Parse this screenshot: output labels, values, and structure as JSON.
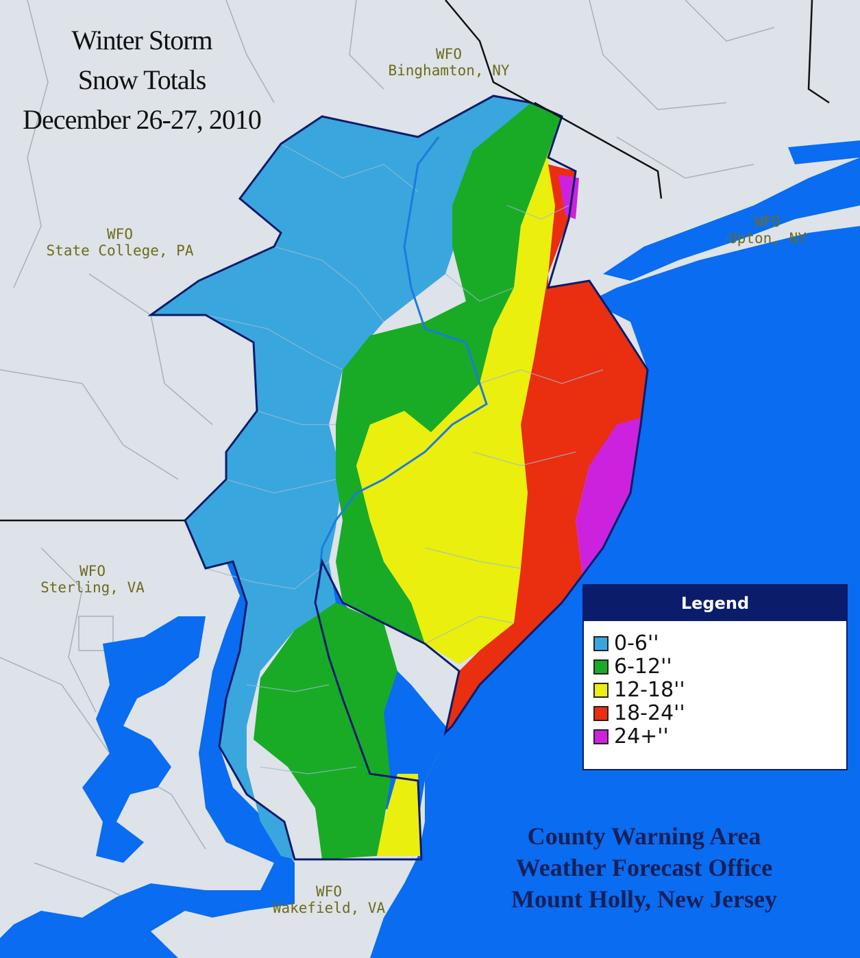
{
  "title": {
    "line1": "Winter Storm",
    "line2": "Snow Totals",
    "line3": "December 26-27, 2010"
  },
  "offices": {
    "binghamton": {
      "line1": "WFO",
      "line2": "Binghamton, NY"
    },
    "state_college": {
      "line1": "WFO",
      "line2": "State College, PA"
    },
    "upton": {
      "line1": "WFO",
      "line2": "Upton, NY"
    },
    "sterling": {
      "line1": "WFO",
      "line2": "Sterling, VA"
    },
    "wakefield": {
      "line1": "WFO",
      "line2": "Wakefield, VA"
    }
  },
  "legend": {
    "title": "Legend",
    "items": [
      {
        "label": "0-6''",
        "color": "#3aa6de"
      },
      {
        "label": "6-12''",
        "color": "#19ab26"
      },
      {
        "label": "12-18''",
        "color": "#eaef0d"
      },
      {
        "label": "18-24''",
        "color": "#ea2e10"
      },
      {
        "label": "24+''",
        "color": "#cc22de"
      }
    ]
  },
  "footer": {
    "line1": "County Warning Area",
    "line2": "Weather Forecast Office",
    "line3": "Mount Holly, New Jersey"
  },
  "colors": {
    "water": "#0a6cf0",
    "land": "#dde3e8",
    "boundary": "#0b1c6b",
    "river": "#1c7ae0",
    "state_line": "#111111",
    "county_line": "#a9b0b7"
  }
}
